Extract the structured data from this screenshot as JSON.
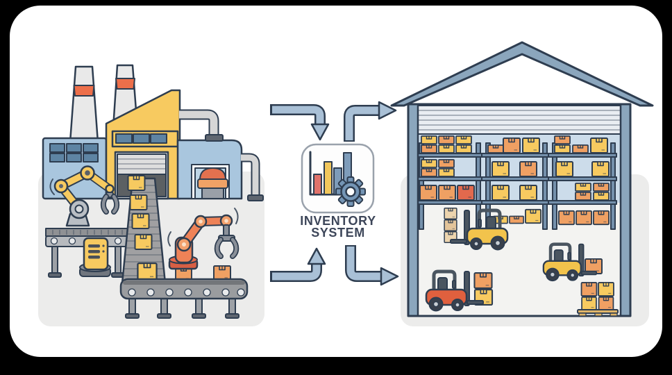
{
  "label": {
    "line1": "INVENTORY",
    "line2": "SYSTEM"
  },
  "icons": {
    "system_chart": "bar-chart-icon",
    "system_gear": "gear-icon"
  },
  "chart_data": {
    "type": "bar",
    "note": "decorative mini bar chart inside inventory-system icon",
    "values": [
      29,
      47,
      38,
      60
    ],
    "colors": [
      "#e0726b",
      "#f2c75c",
      "#7e9cba",
      "#7e9cba"
    ]
  },
  "palette": {
    "frame": "#000000",
    "canvas": "#ffffff",
    "panel": "#ececeb",
    "outline": "#2e3d50",
    "arrow": "#a9c0d6",
    "blue-building": "#a9c6de",
    "window": "#5e84a3",
    "yellow": "#f7ca60",
    "orange": "#efa063",
    "red-orange": "#e2694d",
    "beige": "#ecd4ae",
    "beige-dark": "#e3c49a",
    "stack": "#e9e9e9",
    "band": "#ed6f4a",
    "pipe": "#d6d6d6",
    "metal-dark": "#5f6670",
    "metal-mid": "#9da1a6",
    "machine-slot": "#4a5058",
    "drum": "#70767e",
    "drum-top": "#8a9099",
    "claw": "#8a9099",
    "robot-orange": "#ee8257",
    "robot-orange-light": "#f2a06c",
    "robot-base": "#d85f44",
    "belt": "#9a9c9f",
    "belt-top": "#73767a",
    "roller": "#e8eaec",
    "door-open": "#5c6063",
    "door-frame": "#ececec",
    "door-slat": "#dedede",
    "roof": "#8ba6bd",
    "interior": "#ccdcea",
    "slats": "#e9edf2",
    "rack": "#7591ac",
    "floor": "#f3f3f1",
    "opening": "#bfd6e6",
    "furnace-top": "#e2714f",
    "furnace-body": "#f0a266",
    "pedestal": "#9aa0a8",
    "icon-bg": "#fdfdfd",
    "icon-border": "#9aa2ac",
    "bar-red": "#e0726b",
    "bar-yellow": "#f2c75c",
    "bar-blue": "#7e9cba",
    "gear": "#7495b5",
    "label": "#3d4659",
    "forklift-yellow": "#f2c34c",
    "forklift-red": "#e0603e",
    "slate": "#4a5560",
    "wheel": "#39404c",
    "hub": "#c9ced4",
    "pallet": "#e0b568"
  }
}
